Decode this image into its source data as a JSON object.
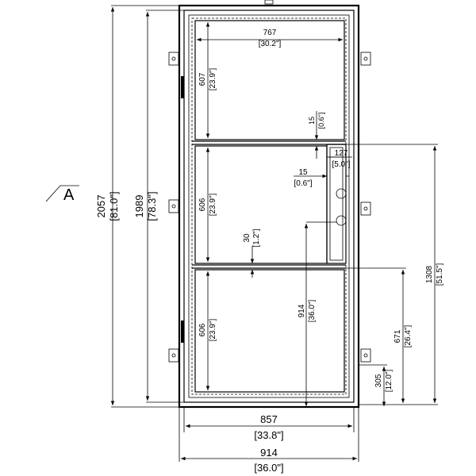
{
  "view_label": "A",
  "dims": {
    "overall_height": {
      "mm": "2057",
      "in": "[81.0\"]"
    },
    "door_height": {
      "mm": "1989",
      "in": "[78.3\"]"
    },
    "panel_width": {
      "mm": "767",
      "in": "[30.2\"]"
    },
    "top_panel_height": {
      "mm": "607",
      "in": "[23.9\"]"
    },
    "mid_panel_height": {
      "mm": "606",
      "in": "[23.9\"]"
    },
    "bottom_panel_height": {
      "mm": "606",
      "in": "[23.9\"]"
    },
    "rail_gap_top": {
      "mm": "15",
      "in": "[0.6\"]"
    },
    "lock_offset": {
      "mm": "15",
      "in": "[0.6\"]"
    },
    "lock_box_width": {
      "mm": "127",
      "in": "[5.0\"]"
    },
    "mid_rail": {
      "mm": "30",
      "in": "[1.2\"]"
    },
    "handle_height": {
      "mm": "914",
      "in": "[36.0\"]"
    },
    "lock_box_top": {
      "mm": "1308",
      "in": "[51.5\"]"
    },
    "lock_box_bottom": {
      "mm": "671",
      "in": "[26.4\"]"
    },
    "bottom_rail": {
      "mm": "305",
      "in": "[12.0\"]"
    },
    "door_width": {
      "mm": "857",
      "in": "[33.8\"]"
    },
    "overall_width": {
      "mm": "914",
      "in": "[36.0\"]"
    }
  }
}
